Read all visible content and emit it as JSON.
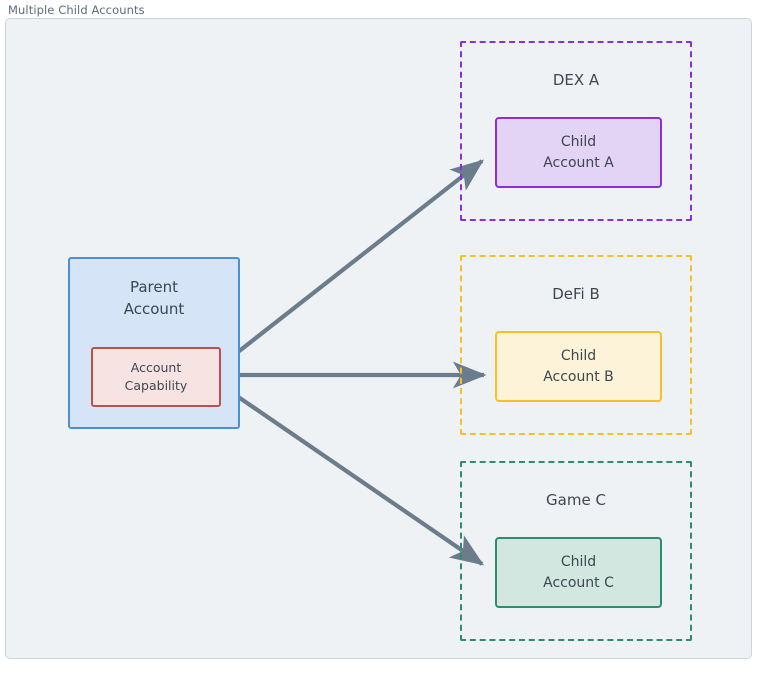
{
  "diagram": {
    "title": "Multiple Child Accounts",
    "background_color": "#eff2f5",
    "frame_border_color": "#ccd5de",
    "parent": {
      "title_line1": "Parent",
      "title_line2": "Account",
      "border_color": "#4a90d9",
      "fill_color": "#d5e4f7",
      "capability": {
        "line1": "Account",
        "line2": "Capability",
        "border_color": "#b5534f",
        "fill_color": "#f6e3e2"
      }
    },
    "groups": [
      {
        "label": "DEX A",
        "border_color": "#8b2fd6",
        "child": {
          "line1": "Child",
          "line2": "Account A",
          "fill_color": "#e3d3f5",
          "border_color": "#8b2fd6"
        }
      },
      {
        "label": "DeFi B",
        "border_color": "#f6c026",
        "child": {
          "line1": "Child",
          "line2": "Account B",
          "fill_color": "#fdf3d8",
          "border_color": "#f6c026"
        }
      },
      {
        "label": "Game C",
        "border_color": "#2e8b72",
        "child": {
          "line1": "Child",
          "line2": "Account C",
          "fill_color": "#d2e7e0",
          "border_color": "#2e8b72"
        }
      }
    ],
    "connectors": {
      "color": "#6b7c8c",
      "count": 3,
      "from": "Account Capability",
      "to": [
        "Child Account A",
        "Child Account B",
        "Child Account C"
      ]
    }
  }
}
